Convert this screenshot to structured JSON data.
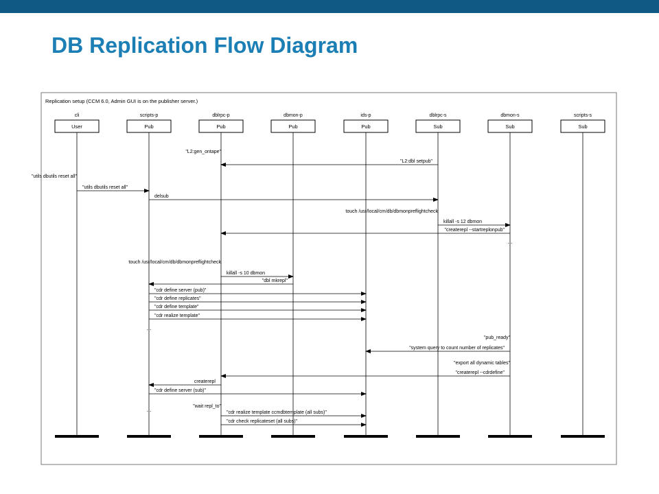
{
  "header": {
    "bar_color": "#0e5a84",
    "title": "DB Replication Flow Diagram",
    "title_color": "#1b7eb4"
  },
  "diagram": {
    "caption": "Replication setup  (CCM 6.0, Admin GUI is on the publisher server.)",
    "participants": [
      {
        "name": "cli",
        "role": "User"
      },
      {
        "name": "scripts-p",
        "role": "Pub"
      },
      {
        "name": "dblrpc-p",
        "role": "Pub"
      },
      {
        "name": "dbmon-p",
        "role": "Pub"
      },
      {
        "name": "ids-p",
        "role": "Pub"
      },
      {
        "name": "dblrpc-s",
        "role": "Sub"
      },
      {
        "name": "dbmon-s",
        "role": "Sub"
      },
      {
        "name": "scripts-s",
        "role": "Sub"
      }
    ],
    "notes": [
      {
        "text": "\"L2:gen_ontape\"",
        "at": 2
      },
      {
        "text": "\"utils dbutils reset all\"",
        "at": 0
      },
      {
        "text": "touch /usr/local/cm/db/dbmonpreflightcheck",
        "at": 5
      },
      {
        "text": "...",
        "at": 6
      },
      {
        "text": "touch /usr/local/cm/db/dbmonpreflightcheck",
        "at": 2
      },
      {
        "text": "...",
        "at": 1
      },
      {
        "text": "\"pub_ready\"",
        "at": 6
      },
      {
        "text": "\"export all dynamic tables\"",
        "at": 6
      },
      {
        "text": "\"wait repl_to\"",
        "at": 2
      },
      {
        "text": "...",
        "at": 1
      }
    ],
    "messages": [
      {
        "from": 5,
        "to": 2,
        "label": "\"L2:dbl setpub\""
      },
      {
        "from": 0,
        "to": 1,
        "label": "\"utils dbutils reset all\""
      },
      {
        "from": 1,
        "to": 5,
        "label": "delsub"
      },
      {
        "from": 5,
        "to": 6,
        "label": "killall -s 12 dbmon"
      },
      {
        "from": 6,
        "to": 2,
        "label": "\"createrepl --startreplonpub\""
      },
      {
        "from": 2,
        "to": 3,
        "label": "killall -s 10 dbmon"
      },
      {
        "from": 3,
        "to": 1,
        "label": "\"dbl mkrepl\""
      },
      {
        "from": 1,
        "to": 4,
        "label": "\"cdr define server (pub)\""
      },
      {
        "from": 1,
        "to": 4,
        "label": "\"cdr define replicates\""
      },
      {
        "from": 1,
        "to": 4,
        "label": "\"cdr define template\""
      },
      {
        "from": 1,
        "to": 4,
        "label": "\"cdr realize template\""
      },
      {
        "from": 6,
        "to": 4,
        "label": "\"system query to count number of replicates\""
      },
      {
        "from": 6,
        "to": 2,
        "label": "\"createrepl --cdrdefine\""
      },
      {
        "from": 2,
        "to": 1,
        "label": "createrepl"
      },
      {
        "from": 1,
        "to": 4,
        "label": "\"cdr define server (sub)\""
      },
      {
        "from": 2,
        "to": 4,
        "label": "\"cdr realize template ccmdbtemplate (all subs)\""
      },
      {
        "from": 2,
        "to": 4,
        "label": "\"cdr check replicateset (all subs)\""
      }
    ]
  }
}
